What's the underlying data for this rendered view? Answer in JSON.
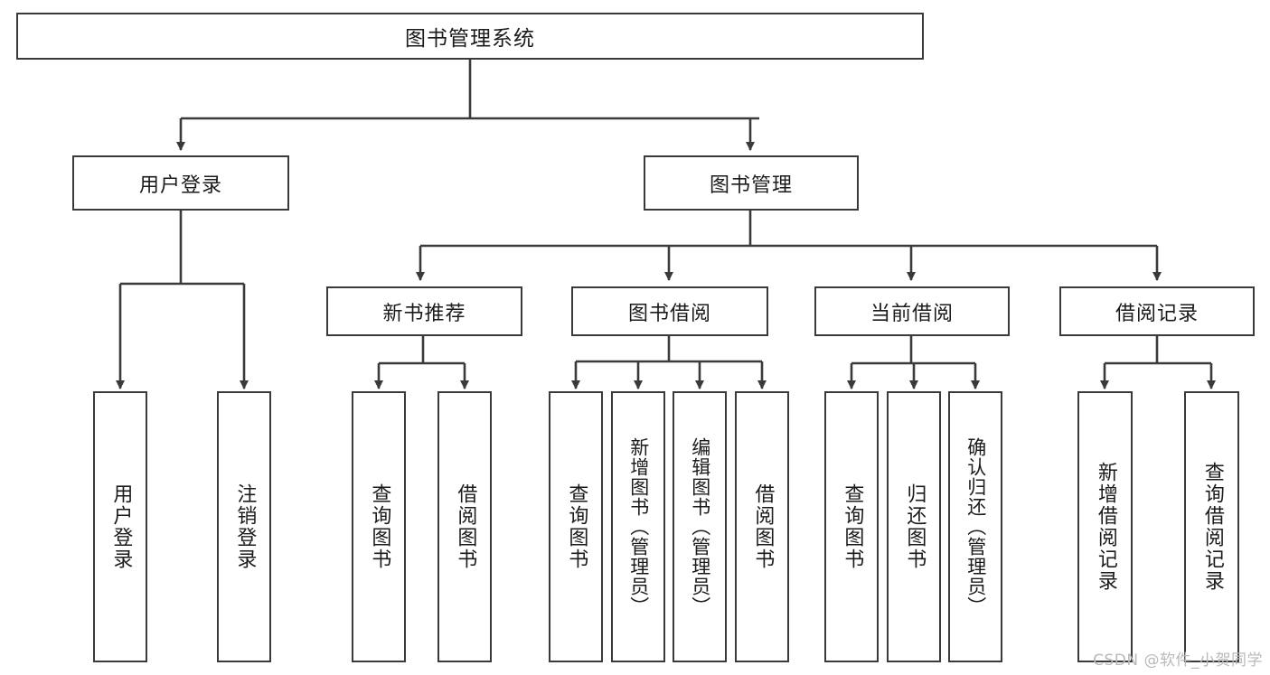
{
  "diagram": {
    "type": "tree",
    "title": "图书管理系统",
    "root": {
      "label": "图书管理系统"
    },
    "level2": [
      {
        "label": "用户登录"
      },
      {
        "label": "图书管理"
      }
    ],
    "level3": [
      {
        "label": "新书推荐"
      },
      {
        "label": "图书借阅"
      },
      {
        "label": "当前借阅"
      },
      {
        "label": "借阅记录"
      }
    ],
    "leaves": {
      "user_login": [
        {
          "label": "用户登录"
        },
        {
          "label": "注销登录"
        }
      ],
      "new_book_recommend": [
        {
          "label": "查询图书"
        },
        {
          "label": "借阅图书"
        }
      ],
      "book_borrow": [
        {
          "label": "查询图书"
        },
        {
          "label": "新增图书（管理员）"
        },
        {
          "label": "编辑图书（管理员）"
        },
        {
          "label": "借阅图书"
        }
      ],
      "current_borrow": [
        {
          "label": "查询图书"
        },
        {
          "label": "归还图书"
        },
        {
          "label": "确认归还（管理员）"
        }
      ],
      "borrow_record": [
        {
          "label": "新增借阅记录"
        },
        {
          "label": "查询借阅记录"
        }
      ]
    },
    "watermark": "CSDN @软件_小贺同学",
    "colors": {
      "stroke": "#3a3a3a",
      "text": "#1b1b1b",
      "background": "#ffffff",
      "watermark": "#b9b9b9"
    }
  }
}
